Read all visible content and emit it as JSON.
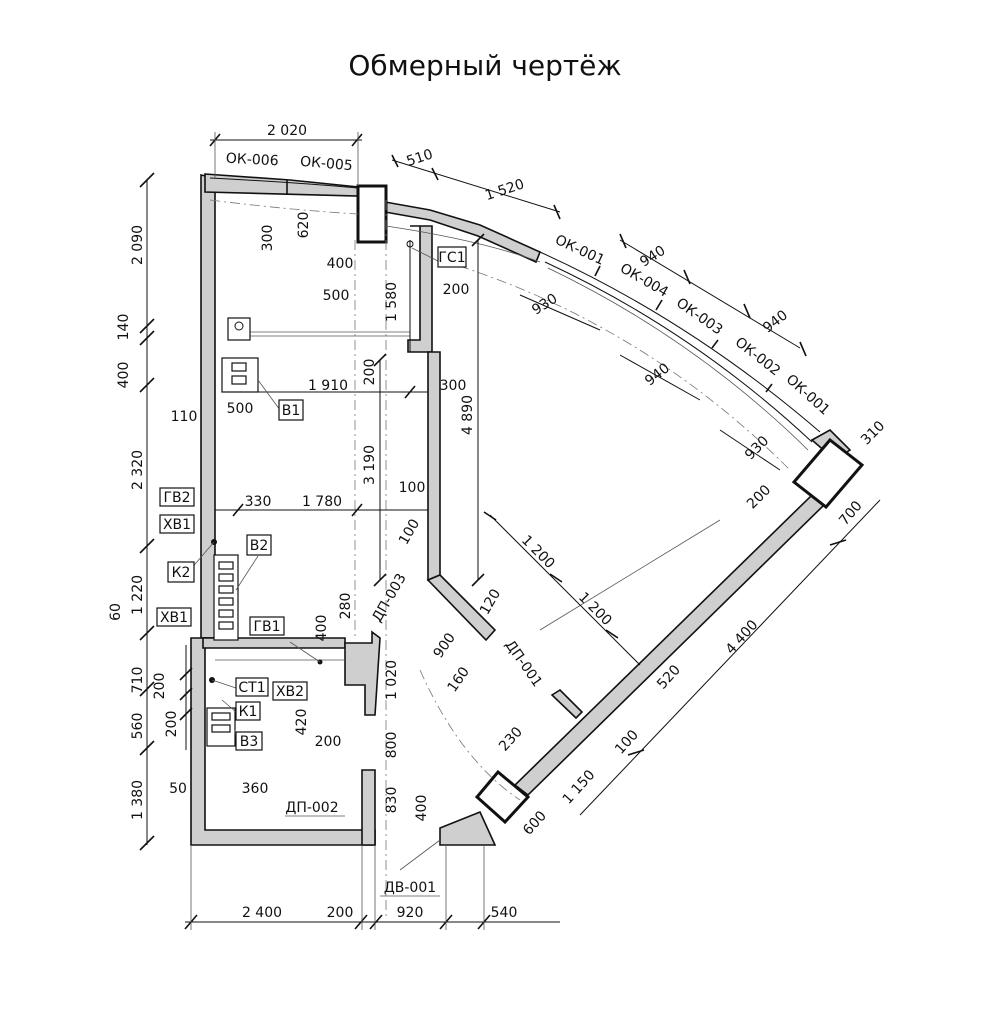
{
  "title": "Обмерный чертёж",
  "dims_left": [
    "2 090",
    "140",
    "400",
    "2 320",
    "1 220",
    "60",
    "710",
    "200",
    "560",
    "200",
    "1 380"
  ],
  "dims_bottom": [
    "2 400",
    "200",
    "920",
    "540"
  ],
  "dims_inner": {
    "d2020": "2 020",
    "d300a": "300",
    "d620": "620",
    "d400a": "400",
    "d500a": "500",
    "d1580": "1 580",
    "d200a": "200",
    "d200b": "200",
    "d1910": "1 910",
    "d300b": "300",
    "d110": "110",
    "d500b": "500",
    "d3190": "3 190",
    "d4890": "4 890",
    "d330": "330",
    "d1780": "1 780",
    "d100a": "100",
    "d100b": "100",
    "d280": "280",
    "d400b": "400",
    "d1020": "1 020",
    "d900": "900",
    "d160": "160",
    "d120": "120",
    "d420": "420",
    "d200c": "200",
    "d800": "800",
    "d50": "50",
    "d360": "360",
    "d830": "830",
    "d400c": "400"
  },
  "dims_arc": {
    "d510": "510",
    "d1520": "1 520",
    "d940a": "940",
    "d930a": "930",
    "d940b": "940",
    "d940c": "940",
    "d930b": "930",
    "d310": "310",
    "d200": "200",
    "d700": "700",
    "d1200a": "1 200",
    "d1200b": "1 200",
    "d4400": "4 400",
    "d520": "520",
    "d100": "100",
    "d230": "230",
    "d1150": "1 150",
    "d600": "600"
  },
  "windows": [
    "ОК-006",
    "ОК-005",
    "ОК-001",
    "ОК-004",
    "ОК-003",
    "ОК-002",
    "ОК-001"
  ],
  "doors": [
    "ДП-003",
    "ДП-001",
    "ДП-002",
    "ДВ-001"
  ],
  "fixtures": {
    "gs1": "ГС1",
    "v1": "В1",
    "gv2": "ГВ2",
    "hv1a": "ХВ1",
    "v2": "В2",
    "k2": "К2",
    "hv1b": "ХВ1",
    "gv1": "ГВ1",
    "st1": "СТ1",
    "hv2": "ХВ2",
    "k1": "К1",
    "v3": "В3"
  }
}
